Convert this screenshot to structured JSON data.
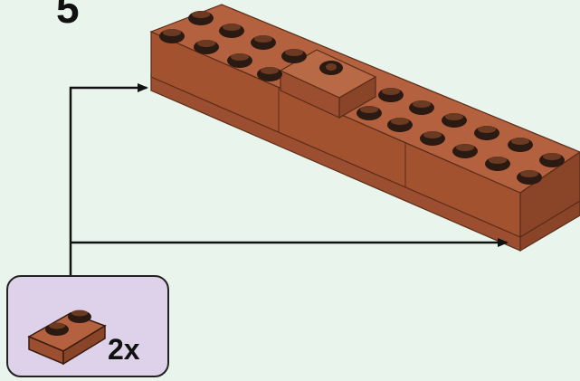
{
  "instruction": {
    "step_number": "5",
    "parts_callout": {
      "count_label": "2x",
      "part": "1x2 plate"
    }
  },
  "colors": {
    "background": "#e9f5ec",
    "brick_top": "#b4613f",
    "brick_front": "#9c4f30",
    "brick_side": "#8a4428",
    "stud_dark": "#2a1a12",
    "callout_fill": "#ddd2ea",
    "arrow": "#111111"
  },
  "icons": [
    "brick-assembly-icon",
    "plate-1x2-icon",
    "arrow-right-icon"
  ]
}
